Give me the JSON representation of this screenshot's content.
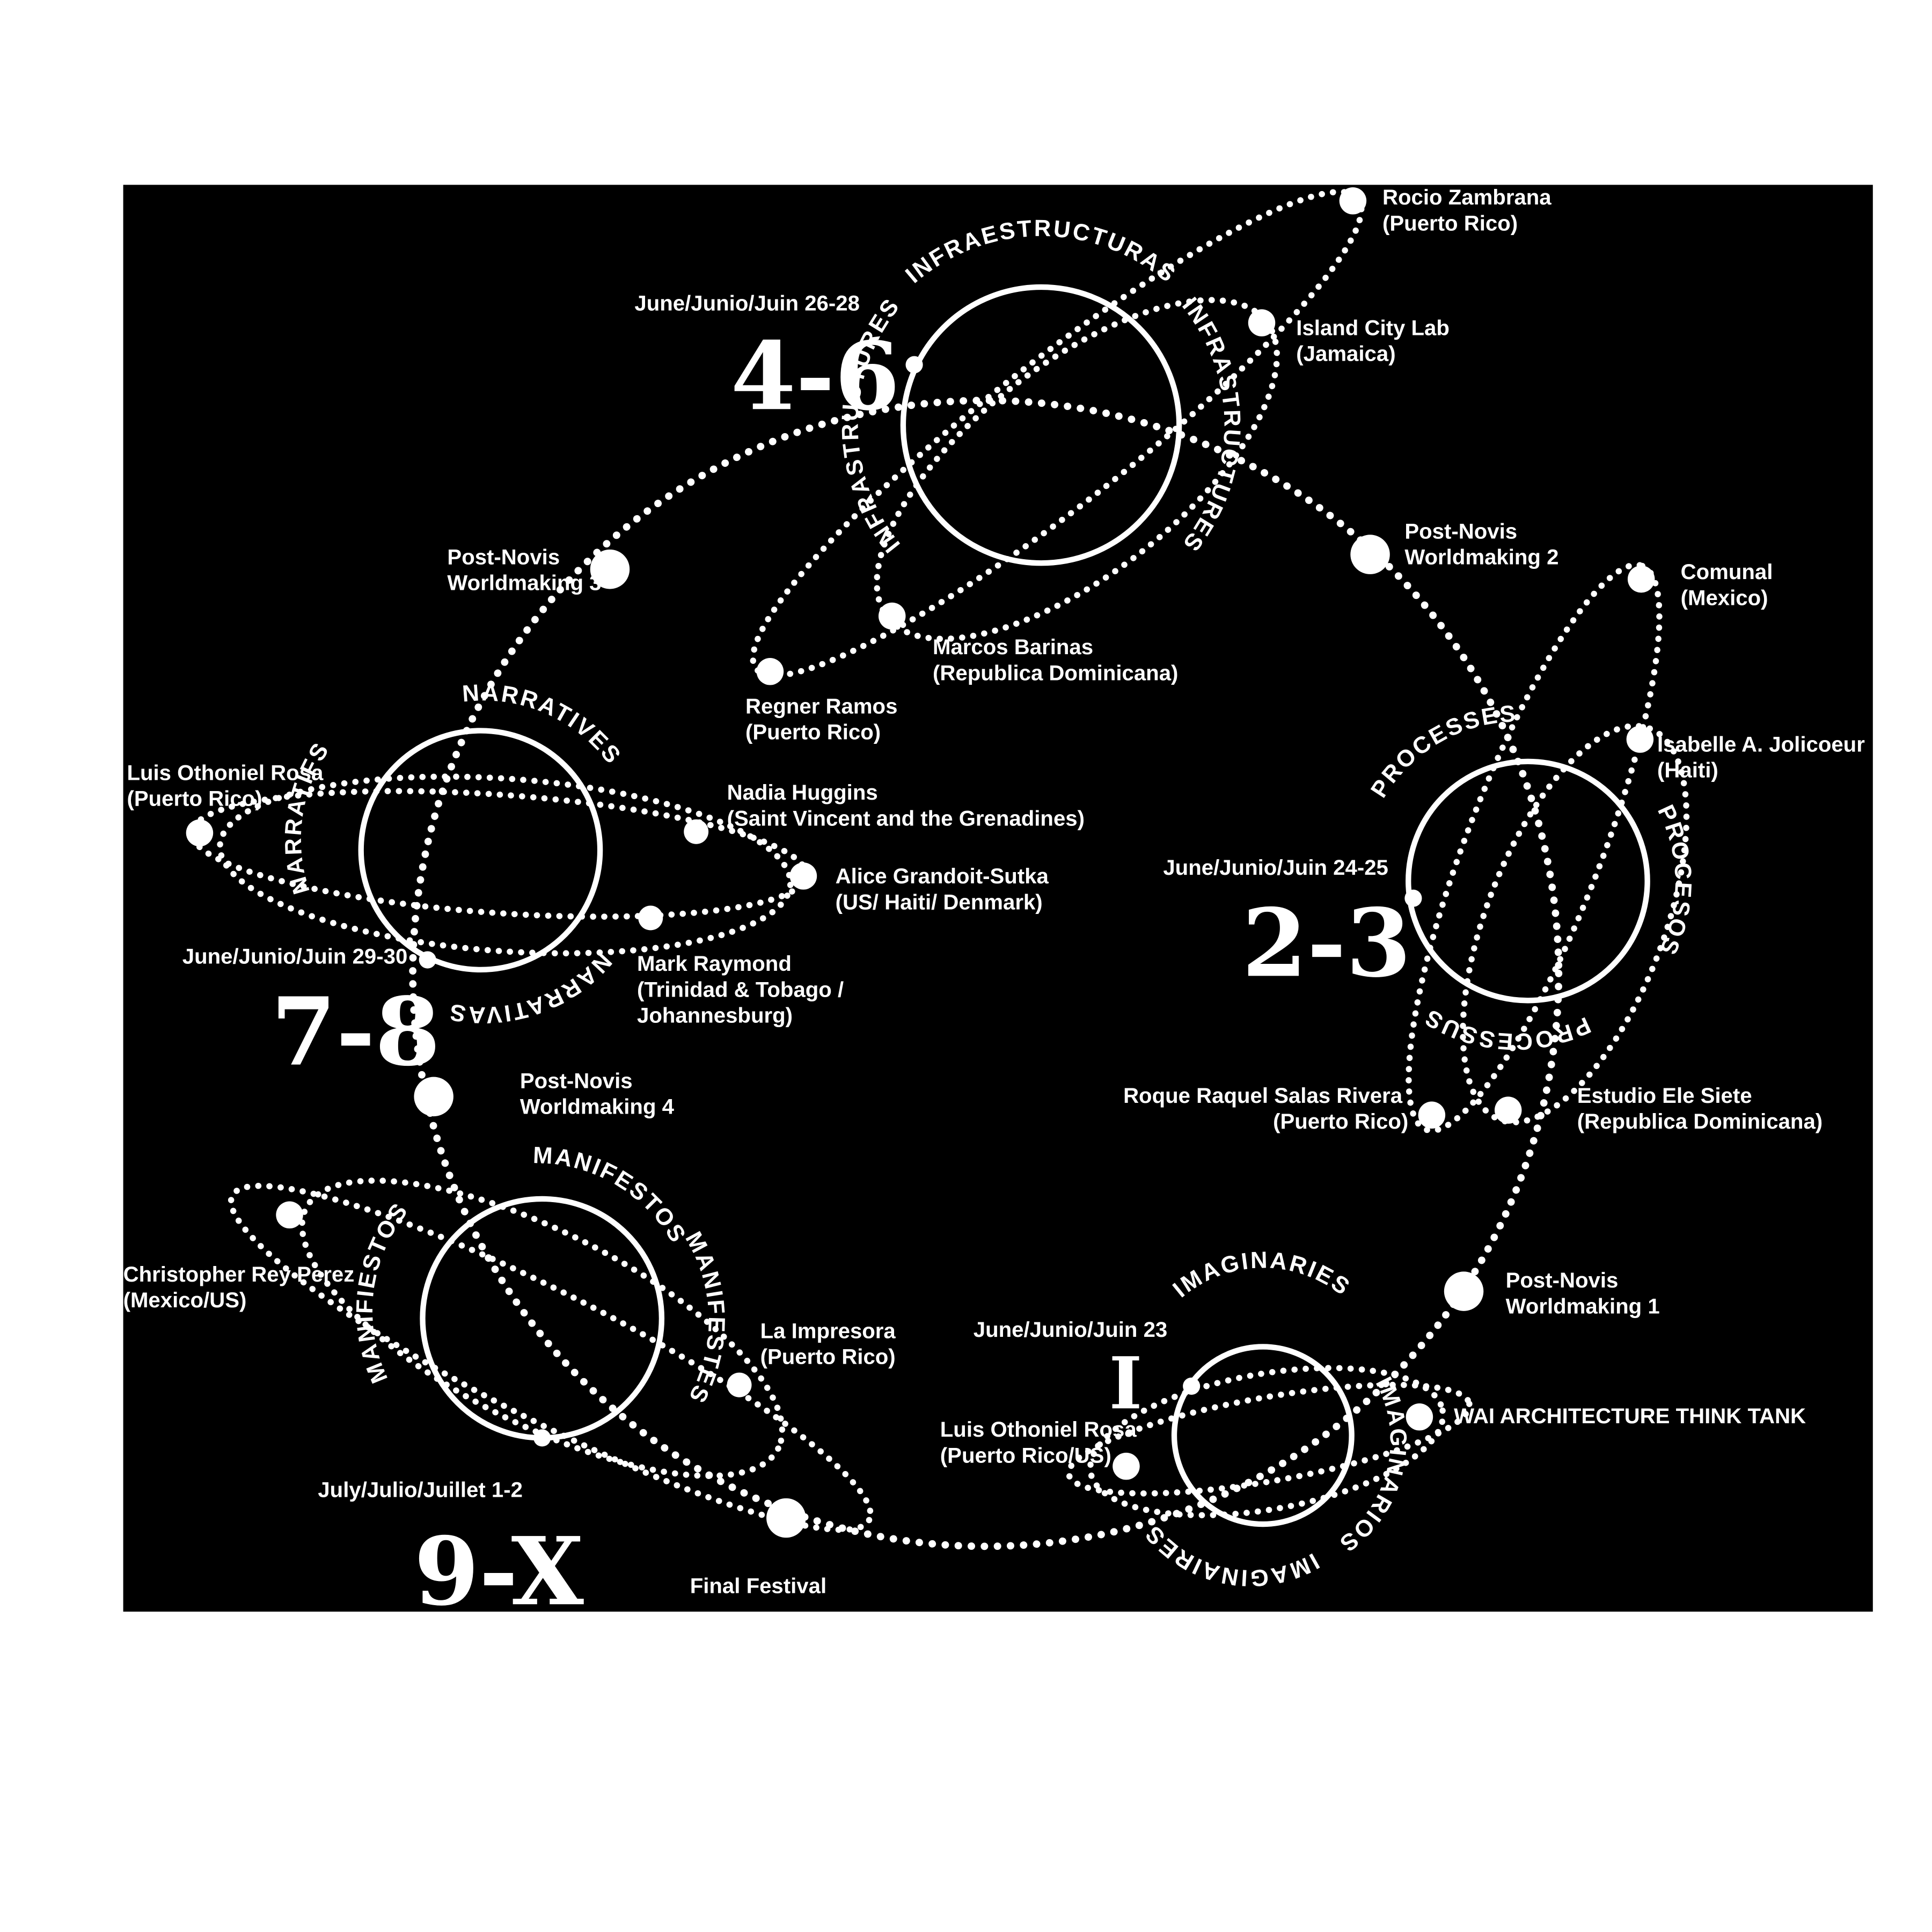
{
  "canvas": {
    "background": "#ffffff",
    "panel_background": "#000000",
    "ink": "#ffffff"
  },
  "systems": {
    "infrastructures": {
      "name_top": "INFRAESTRUCTURAS",
      "name_right": "INFRASTRUCTURES",
      "name_left": "INFRASTRUCTURES",
      "date": "June/Junio/Juin 26-28",
      "sessions": "4-6"
    },
    "processes": {
      "name_top": "PROCESSES",
      "name_right": "PROCESOS",
      "name_bottom": "PROCESSUS",
      "date": "June/Junio/Juin 24-25",
      "sessions": "2-3"
    },
    "narratives": {
      "name_top": "NARRATIVES",
      "name_left": "NARRATIFS",
      "name_bottom": "NARRATIVAS",
      "date": "June/Junio/Juin 29-30",
      "sessions": "7-8"
    },
    "manifestos": {
      "name_top": "MANIFESTOS",
      "name_left": "MANIFIESTOS",
      "name_right": "MANIFESTES",
      "date": "July/Julio/Juillet 1-2",
      "sessions": "9-X"
    },
    "imaginaries": {
      "name_top": "IMAGINARIES",
      "name_bottom": "IMAGINAIRES",
      "name_right": "IMAGINARIOS",
      "date": "June/Junio/Juin 23",
      "sessions": "I"
    }
  },
  "participants": {
    "rocio_zambrana": {
      "name": "Rocio Zambrana",
      "detail": "(Puerto Rico)"
    },
    "island_city_lab": {
      "name": "Island City Lab",
      "detail": "(Jamaica)"
    },
    "post_novis_2": {
      "name": "Post-Novis",
      "detail": "Worldmaking 2"
    },
    "comunal": {
      "name": "Comunal",
      "detail": "(Mexico)"
    },
    "post_novis_3": {
      "name": "Post-Novis",
      "detail": "Worldmaking 3"
    },
    "marcos_barinas": {
      "name": "Marcos Barinas",
      "detail": "(Republica Dominicana)"
    },
    "regner_ramos": {
      "name": "Regner Ramos",
      "detail": "(Puerto Rico)"
    },
    "isabelle_jolicoeur": {
      "name": "Isabelle A. Jolicoeur",
      "detail": "(Haiti)"
    },
    "luis_othoniel_rosa": {
      "name": "Luis Othoniel Rosa",
      "detail": "(Puerto Rico)"
    },
    "nadia_huggins": {
      "name": "Nadia Huggins",
      "detail": "(Saint Vincent and the Grenadines)"
    },
    "alice_grandoit_sutka": {
      "name": "Alice Grandoit-Sutka",
      "detail": "(US/ Haiti/ Denmark)"
    },
    "mark_raymond": {
      "name": "Mark Raymond",
      "detail": "(Trinidad & Tobago /",
      "detail2": "Johannesburg)"
    },
    "post_novis_4": {
      "name": "Post-Novis",
      "detail": "Worldmaking 4"
    },
    "roque_salas_rivera": {
      "name": "Roque Raquel Salas Rivera",
      "detail": "(Puerto Rico)"
    },
    "estudio_ele_siete": {
      "name": "Estudio Ele Siete",
      "detail": "(Republica Dominicana)"
    },
    "christopher_rey_perez": {
      "name": "Christopher Rey Perez",
      "detail": "(Mexico/US)"
    },
    "la_impresora": {
      "name": "La Impresora",
      "detail": "(Puerto Rico)"
    },
    "post_novis_1": {
      "name": "Post-Novis",
      "detail": "Worldmaking 1"
    },
    "luis_othoniel_rosa_us": {
      "name": "Luis Othoniel Rosa",
      "detail": "(Puerto Rico/US)"
    },
    "wai_architecture": {
      "name": "WAI ARCHITECTURE THINK TANK"
    },
    "final_festival": {
      "name": "Final Festival"
    }
  }
}
